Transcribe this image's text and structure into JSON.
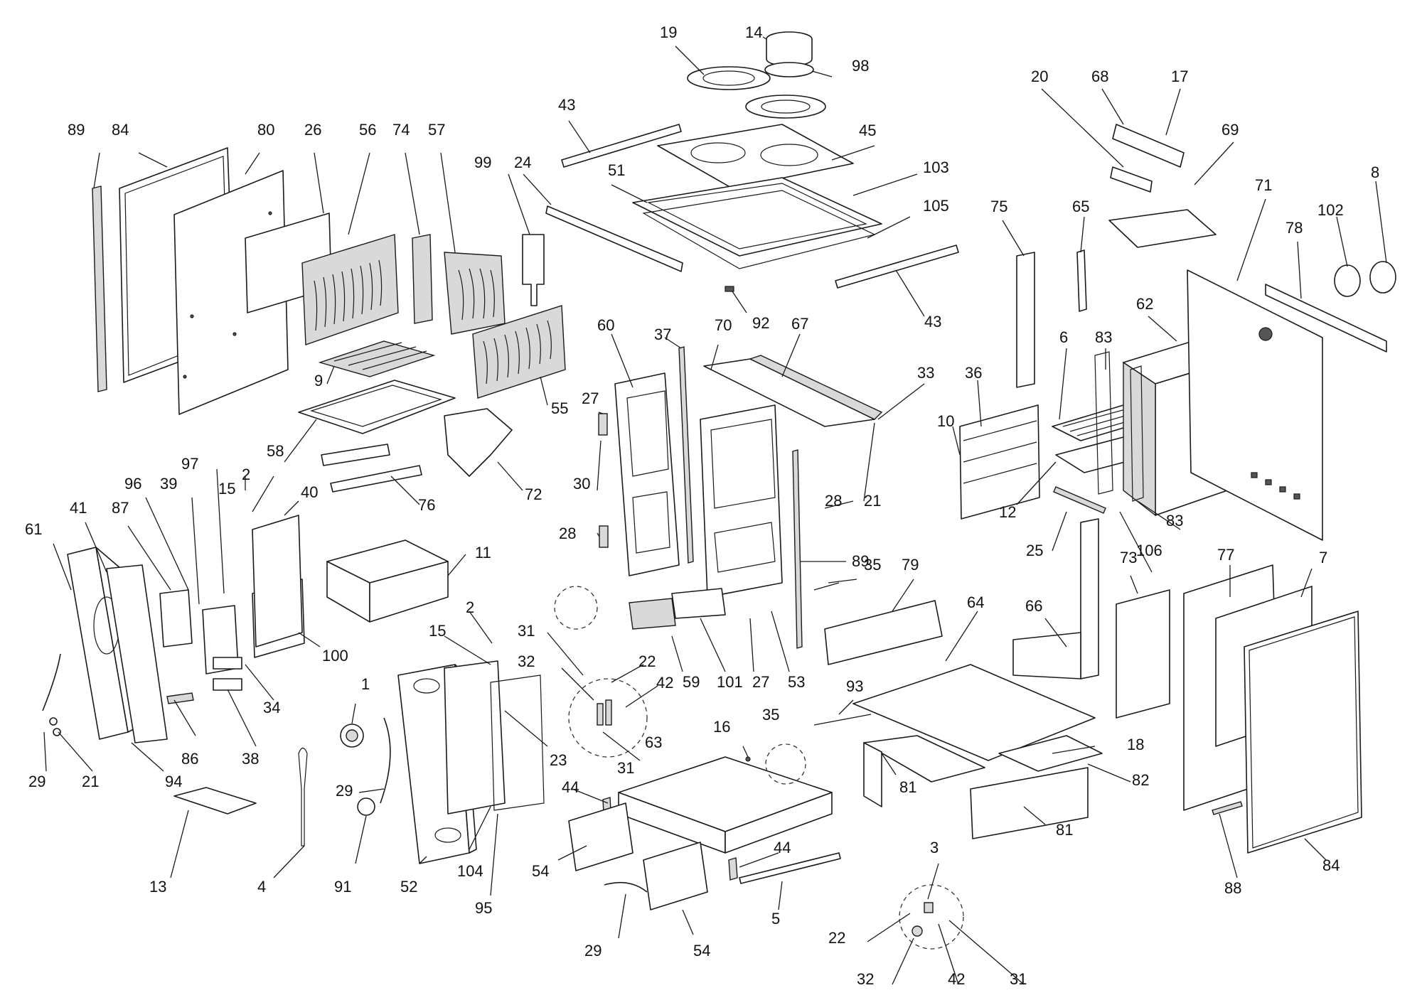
{
  "diagram": {
    "type": "exploded-parts-diagram",
    "subject": "wood-burning cooking stove with oven",
    "line_color": "#1a1a1a",
    "background": "#ffffff"
  },
  "labels": [
    {
      "id": "l89a",
      "text": "89"
    },
    {
      "id": "l84a",
      "text": "84"
    },
    {
      "id": "l80",
      "text": "80"
    },
    {
      "id": "l26",
      "text": "26"
    },
    {
      "id": "l56",
      "text": "56"
    },
    {
      "id": "l74",
      "text": "74"
    },
    {
      "id": "l57",
      "text": "57"
    },
    {
      "id": "l99",
      "text": "99"
    },
    {
      "id": "l24",
      "text": "24"
    },
    {
      "id": "l43a",
      "text": "43"
    },
    {
      "id": "l51",
      "text": "51"
    },
    {
      "id": "l19",
      "text": "19"
    },
    {
      "id": "l14",
      "text": "14"
    },
    {
      "id": "l98",
      "text": "98"
    },
    {
      "id": "l45",
      "text": "45"
    },
    {
      "id": "l103",
      "text": "103"
    },
    {
      "id": "l105",
      "text": "105"
    },
    {
      "id": "l43b",
      "text": "43"
    },
    {
      "id": "l92",
      "text": "92"
    },
    {
      "id": "l20",
      "text": "20"
    },
    {
      "id": "l68",
      "text": "68"
    },
    {
      "id": "l17",
      "text": "17"
    },
    {
      "id": "l69",
      "text": "69"
    },
    {
      "id": "l71",
      "text": "71"
    },
    {
      "id": "l102",
      "text": "102"
    },
    {
      "id": "l8",
      "text": "8"
    },
    {
      "id": "l78",
      "text": "78"
    },
    {
      "id": "l75",
      "text": "75"
    },
    {
      "id": "l65",
      "text": "65"
    },
    {
      "id": "l62",
      "text": "62"
    },
    {
      "id": "l9",
      "text": "9"
    },
    {
      "id": "l58",
      "text": "58"
    },
    {
      "id": "l55",
      "text": "55"
    },
    {
      "id": "l72",
      "text": "72"
    },
    {
      "id": "l76",
      "text": "76"
    },
    {
      "id": "l60",
      "text": "60"
    },
    {
      "id": "l37",
      "text": "37"
    },
    {
      "id": "l70",
      "text": "70"
    },
    {
      "id": "l67",
      "text": "67"
    },
    {
      "id": "l33",
      "text": "33"
    },
    {
      "id": "l36",
      "text": "36"
    },
    {
      "id": "l6",
      "text": "6"
    },
    {
      "id": "l83a",
      "text": "83"
    },
    {
      "id": "l27a",
      "text": "27"
    },
    {
      "id": "l30",
      "text": "30"
    },
    {
      "id": "l28a",
      "text": "28"
    },
    {
      "id": "l21a",
      "text": "21"
    },
    {
      "id": "l28b",
      "text": "28"
    },
    {
      "id": "l10",
      "text": "10"
    },
    {
      "id": "l12",
      "text": "12"
    },
    {
      "id": "l83b",
      "text": "83"
    },
    {
      "id": "l25",
      "text": "25"
    },
    {
      "id": "l106",
      "text": "106"
    },
    {
      "id": "l77",
      "text": "77"
    },
    {
      "id": "l7",
      "text": "7"
    },
    {
      "id": "l89b",
      "text": "89"
    },
    {
      "id": "l35a",
      "text": "35"
    },
    {
      "id": "l79",
      "text": "79"
    },
    {
      "id": "l64",
      "text": "64"
    },
    {
      "id": "l66",
      "text": "66"
    },
    {
      "id": "l73",
      "text": "73"
    },
    {
      "id": "l61",
      "text": "61"
    },
    {
      "id": "l41",
      "text": "41"
    },
    {
      "id": "l87",
      "text": "87"
    },
    {
      "id": "l96",
      "text": "96"
    },
    {
      "id": "l39",
      "text": "39"
    },
    {
      "id": "l97",
      "text": "97"
    },
    {
      "id": "l15a",
      "text": "15"
    },
    {
      "id": "l2a",
      "text": "2"
    },
    {
      "id": "l40",
      "text": "40"
    },
    {
      "id": "l11",
      "text": "11"
    },
    {
      "id": "l100",
      "text": "100"
    },
    {
      "id": "l2b",
      "text": "2"
    },
    {
      "id": "l15b",
      "text": "15"
    },
    {
      "id": "l31a",
      "text": "31"
    },
    {
      "id": "l22a",
      "text": "22"
    },
    {
      "id": "l32a",
      "text": "32"
    },
    {
      "id": "l42a",
      "text": "42"
    },
    {
      "id": "l31b",
      "text": "31"
    },
    {
      "id": "l59",
      "text": "59"
    },
    {
      "id": "l101",
      "text": "101"
    },
    {
      "id": "l27b",
      "text": "27"
    },
    {
      "id": "l53",
      "text": "53"
    },
    {
      "id": "l93",
      "text": "93"
    },
    {
      "id": "l35b",
      "text": "35"
    },
    {
      "id": "l18",
      "text": "18"
    },
    {
      "id": "l82",
      "text": "82"
    },
    {
      "id": "l1",
      "text": "1"
    },
    {
      "id": "l34",
      "text": "34"
    },
    {
      "id": "l38",
      "text": "38"
    },
    {
      "id": "l86",
      "text": "86"
    },
    {
      "id": "l23",
      "text": "23"
    },
    {
      "id": "l63",
      "text": "63"
    },
    {
      "id": "l16",
      "text": "16"
    },
    {
      "id": "l81a",
      "text": "81"
    },
    {
      "id": "l81b",
      "text": "81"
    },
    {
      "id": "l29a",
      "text": "29"
    },
    {
      "id": "l21b",
      "text": "21"
    },
    {
      "id": "l94",
      "text": "94"
    },
    {
      "id": "l29b",
      "text": "29"
    },
    {
      "id": "l44a",
      "text": "44"
    },
    {
      "id": "l44b",
      "text": "44"
    },
    {
      "id": "l13",
      "text": "13"
    },
    {
      "id": "l4",
      "text": "4"
    },
    {
      "id": "l91",
      "text": "91"
    },
    {
      "id": "l52",
      "text": "52"
    },
    {
      "id": "l104",
      "text": "104"
    },
    {
      "id": "l54a",
      "text": "54"
    },
    {
      "id": "l54b",
      "text": "54"
    },
    {
      "id": "l95",
      "text": "95"
    },
    {
      "id": "l29c",
      "text": "29"
    },
    {
      "id": "l5",
      "text": "5"
    },
    {
      "id": "l3",
      "text": "3"
    },
    {
      "id": "l22b",
      "text": "22"
    },
    {
      "id": "l32b",
      "text": "32"
    },
    {
      "id": "l42b",
      "text": "42"
    },
    {
      "id": "l31c",
      "text": "31"
    },
    {
      "id": "l88",
      "text": "88"
    },
    {
      "id": "l84b",
      "text": "84"
    }
  ]
}
